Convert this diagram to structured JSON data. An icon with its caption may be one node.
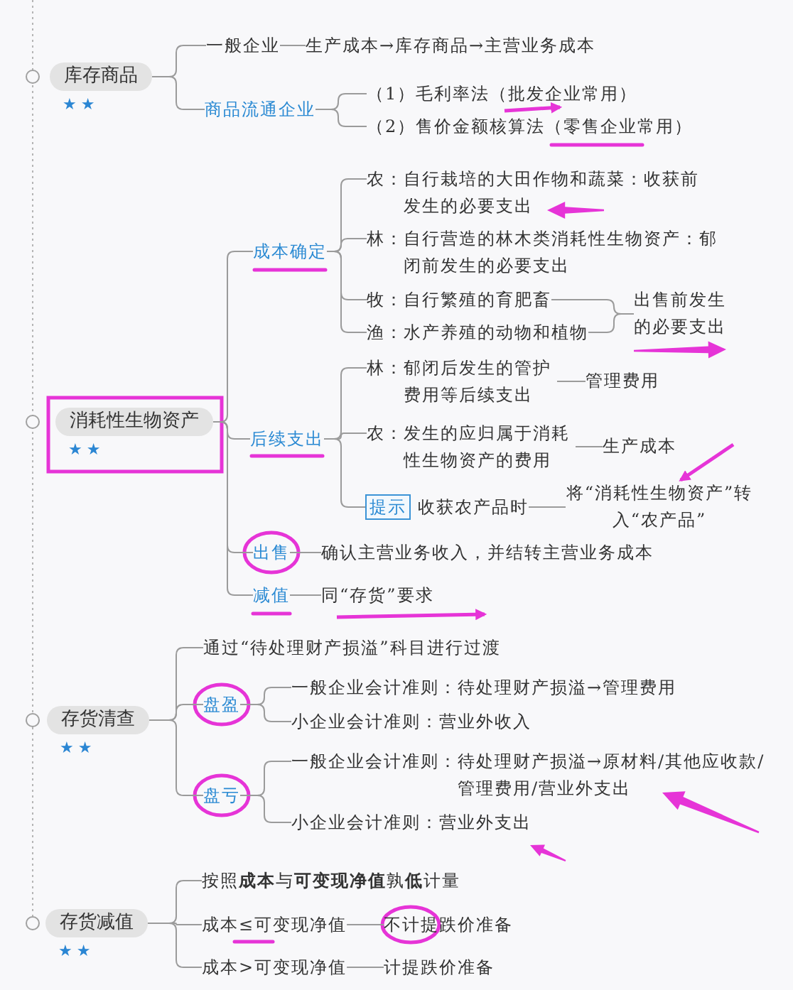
{
  "diagram": {
    "nodes": [
      {
        "text": [
          "库存商品"
        ],
        "beside": [
          "★★"
        ]
      },
      {
        "text": [
          "一般企业"
        ]
      },
      {
        "text": [
          "生产成本→库存商品→主营业务成本"
        ]
      },
      {
        "text": [
          "商品流通企业"
        ]
      },
      {
        "text": [
          "（1）毛利率法（批发企业常用）"
        ]
      },
      {
        "text": [
          "（2）售价金额核算法（零售企业常用）"
        ]
      },
      {
        "text": [
          "消耗性生物资产"
        ],
        "beside": [
          "★★"
        ]
      },
      {
        "text": [
          "成本确定"
        ]
      },
      {
        "text": [
          "农：自行栽培的大田作物和蔬菜：收获前发生的必要支出"
        ]
      },
      {
        "text": [
          "林：自行营造的林木类消耗性生物资产：郁闭前发生的必要支出"
        ]
      },
      {
        "text": [
          "牧：自行繁殖的育肥畜"
        ]
      },
      {
        "text": [
          "渔：水产养殖的动物和植物"
        ]
      },
      {
        "text": [
          "出售前发生的必要支出"
        ]
      },
      {
        "text": [
          "后续支出"
        ]
      },
      {
        "text": [
          "林：郁闭后发生的管护费用等后续支出"
        ]
      },
      {
        "text": [
          "管理费用"
        ]
      },
      {
        "text": [
          "农：发生的应归属于消耗性生物资产的费用"
        ]
      },
      {
        "text": [
          "生产成本"
        ]
      },
      {
        "text": [
          "提示",
          "收获农产品时"
        ]
      },
      {
        "text": [
          "将“消耗性生物资产”转入“农产品”"
        ]
      },
      {
        "text": [
          "出售"
        ]
      },
      {
        "text": [
          "确认主营业务收入，并结转主营业务成本"
        ]
      },
      {
        "text": [
          "减值"
        ]
      },
      {
        "text": [
          "同“存货”要求"
        ]
      },
      {
        "text": [
          "存货清查"
        ],
        "beside": [
          "★★"
        ]
      },
      {
        "text": [
          "通过“待处理财产损溢”科目进行过渡"
        ]
      },
      {
        "text": [
          "盘盈"
        ]
      },
      {
        "text": [
          "一般企业会计准则：待处理财产损溢→管理费用"
        ]
      },
      {
        "text": [
          "小企业会计准则：营业外收入"
        ]
      },
      {
        "text": [
          "盘亏"
        ]
      },
      {
        "text": [
          "一般企业会计准则：待处理财产损溢→原材料/其他应收款/管理费用/营业外支出"
        ]
      },
      {
        "text": [
          "小企业会计准则：营业外支出"
        ]
      },
      {
        "text": [
          "存货减值"
        ],
        "beside": [
          "★★"
        ]
      },
      {
        "text": [
          "按照**成本**与**可变现净值**孰**低**计量"
        ]
      },
      {
        "text": [
          "成本≤可变现净值"
        ]
      },
      {
        "text": [
          "不计提跌价准备"
        ]
      },
      {
        "text": [
          "成本>可变现净值"
        ]
      },
      {
        "text": [
          "计提跌价准备"
        ]
      }
    ],
    "edges": [
      {
        "from": 0,
        "to": 1,
        "arrow": "none"
      },
      {
        "from": 1,
        "to": 2,
        "arrow": "none"
      },
      {
        "from": 0,
        "to": 3,
        "arrow": "none"
      },
      {
        "from": 3,
        "to": 4,
        "arrow": "none"
      },
      {
        "from": 3,
        "to": 5,
        "arrow": "none"
      },
      {
        "from": 6,
        "to": 7,
        "arrow": "none"
      },
      {
        "from": 7,
        "to": 8,
        "arrow": "none"
      },
      {
        "from": 7,
        "to": 9,
        "arrow": "none"
      },
      {
        "from": 7,
        "to": 10,
        "arrow": "none"
      },
      {
        "from": 7,
        "to": 11,
        "arrow": "none"
      },
      {
        "from": 10,
        "to": 12,
        "arrow": "none"
      },
      {
        "from": 11,
        "to": 12,
        "arrow": "none"
      },
      {
        "from": 6,
        "to": 13,
        "arrow": "none"
      },
      {
        "from": 13,
        "to": 14,
        "arrow": "none"
      },
      {
        "from": 14,
        "to": 15,
        "arrow": "none"
      },
      {
        "from": 13,
        "to": 16,
        "arrow": "none"
      },
      {
        "from": 16,
        "to": 17,
        "arrow": "none"
      },
      {
        "from": 13,
        "to": 18,
        "arrow": "none"
      },
      {
        "from": 18,
        "to": 19,
        "arrow": "none"
      },
      {
        "from": 6,
        "to": 20,
        "arrow": "none"
      },
      {
        "from": 20,
        "to": 21,
        "arrow": "none"
      },
      {
        "from": 6,
        "to": 22,
        "arrow": "none"
      },
      {
        "from": 22,
        "to": 23,
        "arrow": "none"
      },
      {
        "from": 24,
        "to": 25,
        "arrow": "none"
      },
      {
        "from": 24,
        "to": 26,
        "arrow": "none"
      },
      {
        "from": 26,
        "to": 27,
        "arrow": "none"
      },
      {
        "from": 26,
        "to": 28,
        "arrow": "none"
      },
      {
        "from": 24,
        "to": 29,
        "arrow": "none"
      },
      {
        "from": 29,
        "to": 30,
        "arrow": "none"
      },
      {
        "from": 29,
        "to": 31,
        "arrow": "none"
      },
      {
        "from": 32,
        "to": 33,
        "arrow": "none"
      },
      {
        "from": 32,
        "to": 34,
        "arrow": "none"
      },
      {
        "from": 34,
        "to": 35,
        "arrow": "none"
      },
      {
        "from": 32,
        "to": 36,
        "arrow": "none"
      },
      {
        "from": 36,
        "to": 37,
        "arrow": "none"
      },
      {
        "from": null,
        "to": 4,
        "arrow": "to",
        "style": "thick",
        "color": "#e634d7"
      },
      {
        "from": null,
        "to": 19,
        "arrow": "to",
        "style": "thick",
        "color": "#e634d7"
      },
      {
        "from": 25,
        "to": 23,
        "arrow": "to",
        "style": "thick",
        "color": "#e634d7"
      }
    ]
  }
}
